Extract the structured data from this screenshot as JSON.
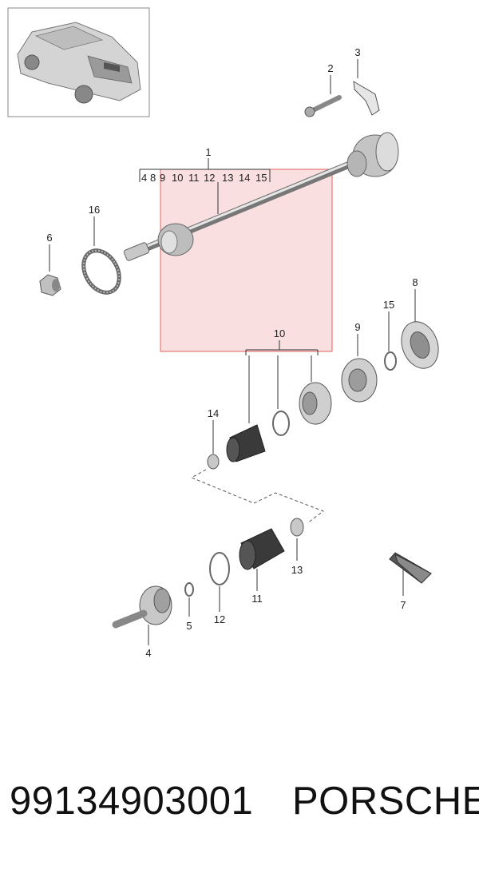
{
  "diagram": {
    "callouts": {
      "c1": "1",
      "c2": "2",
      "c3": "3",
      "c4": "4",
      "c5": "5",
      "c6": "6",
      "c7": "7",
      "c8": "8",
      "c9": "9",
      "c10": "10",
      "c11": "11",
      "c12": "12",
      "c13": "13",
      "c14": "14",
      "c15": "15",
      "c16": "16"
    },
    "kit_list": [
      "4",
      "8",
      "9",
      "10",
      "11",
      "12",
      "13",
      "14",
      "15"
    ],
    "highlight_color": "#f5c6c6",
    "highlight_border": "#e06060"
  },
  "footer": {
    "part_number": "99134903001",
    "brand": "PORSCHE"
  }
}
